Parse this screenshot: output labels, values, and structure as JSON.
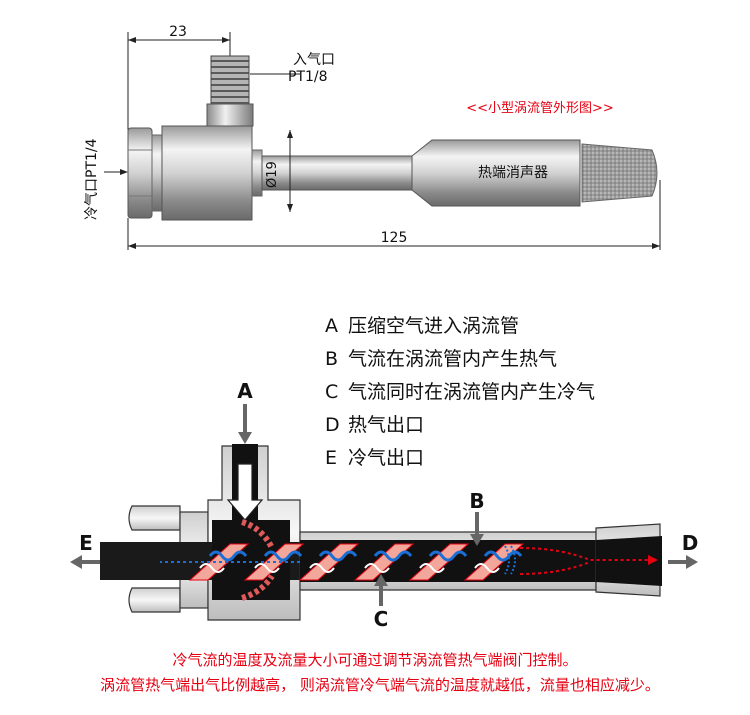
{
  "top_drawing": {
    "dim_width": "23",
    "inlet_label": "入气口",
    "inlet_thread": "PT1/8",
    "title": "<<小型涡流管外形图>>",
    "diameter": "Ø19",
    "hot_end_label": "热端消声器",
    "cold_outlet_label": "冷气口PT1/4",
    "dim_length": "125"
  },
  "legend": {
    "items": [
      {
        "key": "A",
        "text": "压缩空气进入涡流管"
      },
      {
        "key": "B",
        "text": "气流在涡流管内产生热气"
      },
      {
        "key": "C",
        "text": "气流同时在涡流管内产生冷气"
      },
      {
        "key": "D",
        "text": "热气出口"
      },
      {
        "key": "E",
        "text": "冷气出口"
      }
    ]
  },
  "section_labels": {
    "a": "A",
    "b": "B",
    "c": "C",
    "d": "D",
    "e": "E"
  },
  "notes": {
    "line1": "冷气流的温度及流量大小可通过调节涡流管热气端阀门控制。",
    "line2": "涡流管热气端出气比例越高， 则涡流管冷气端气流的温度就越低，流量也相应减少。"
  },
  "colors": {
    "note_red": "#e60012",
    "hot": "#e60012",
    "cold": "#1a6fd6"
  }
}
